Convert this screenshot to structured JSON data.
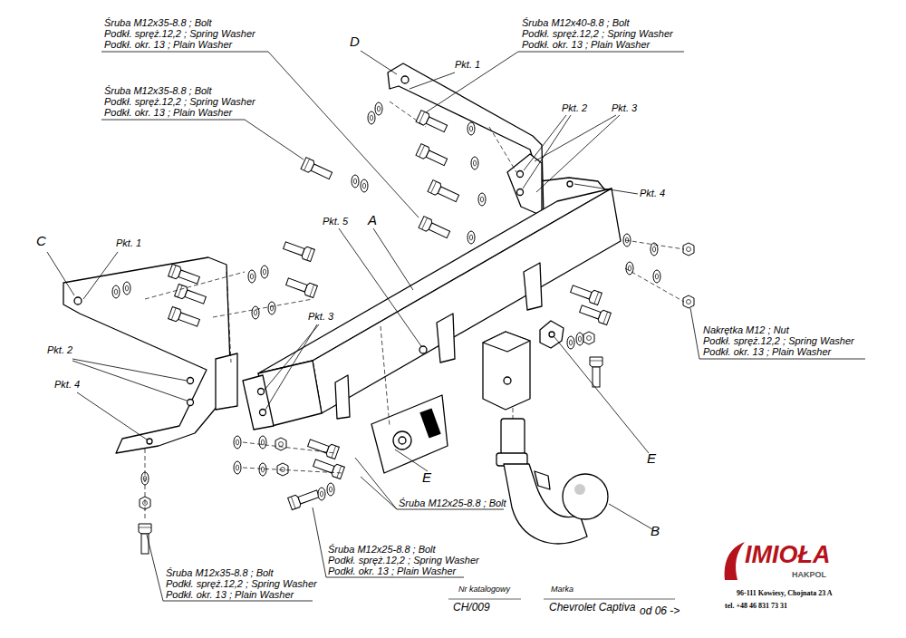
{
  "diagram": {
    "labels": [
      "Śruba M12x35-8.8 ; Bolt",
      "Podkł. spręż.12,2 ; Spring Washer",
      "Podkł. okr. 13 ; Plain Washer",
      "Śruba M12x40-8.8 ; Bolt",
      "Podkł. spręż.12,2 ; Spring Washer",
      "Podkł. okr. 13 ; Plain Washer",
      "D",
      "Pkt. 1",
      "Śruba M12x35-8.8 ; Bolt",
      "Podkł. spręż.12,2 ; Spring Washer",
      "Podkł. okr. 13 ; Plain Washer",
      "Pkt. 2",
      "Pkt. 3",
      "Pkt. 4",
      "Pkt. 5",
      "A",
      "C",
      "Pkt. 1",
      "Pkt. 3",
      "Nakrętka M12 ; Nut",
      "Podkł. spręż.12,2 ; Spring Washer",
      "Podkł. okr. 13 ; Plain Washer",
      "Pkt. 2",
      "Pkt. 4",
      "E",
      "E",
      "Śruba M12x25-8.8 ; Bolt",
      "B",
      "Śruba M12x25-8.8 ; Bolt",
      "Podkł. spręż.12,2 ; Spring Washer",
      "Podkł. okr. 13 ; Plain Washer",
      "Śruba M12x35-8.8 ; Bolt",
      "Podkł. spręż.12,2 ; Spring Washer",
      "Podkł. okr. 13 ; Plain Washer",
      "Nr katalogowy",
      "Marka",
      "CH/009",
      "Chevrolet Captiva",
      "od 06 ->",
      "IMIOŁA",
      "HAKPOL",
      "96-111 Kowiesy, Chojnata 23 A",
      "tel. +48 46 831 73 31"
    ]
  }
}
